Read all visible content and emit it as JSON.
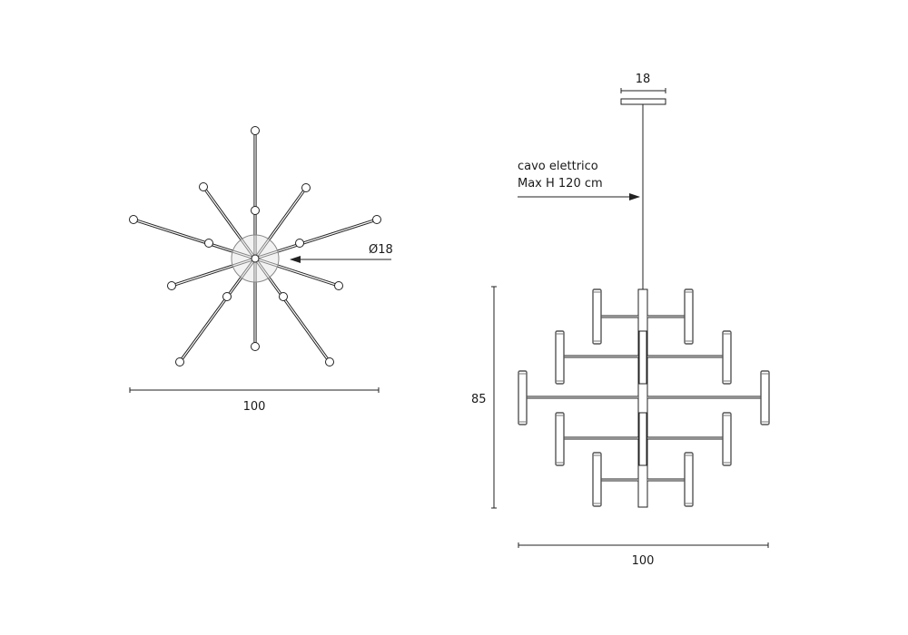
{
  "top_view": {
    "width_label": "100",
    "diameter_label": "Ø18"
  },
  "side_view": {
    "canopy_label": "18",
    "cable_label_line1": "cavo elettrico",
    "cable_label_line2": "Max H 120 cm",
    "height_label": "85",
    "width_label": "100"
  }
}
